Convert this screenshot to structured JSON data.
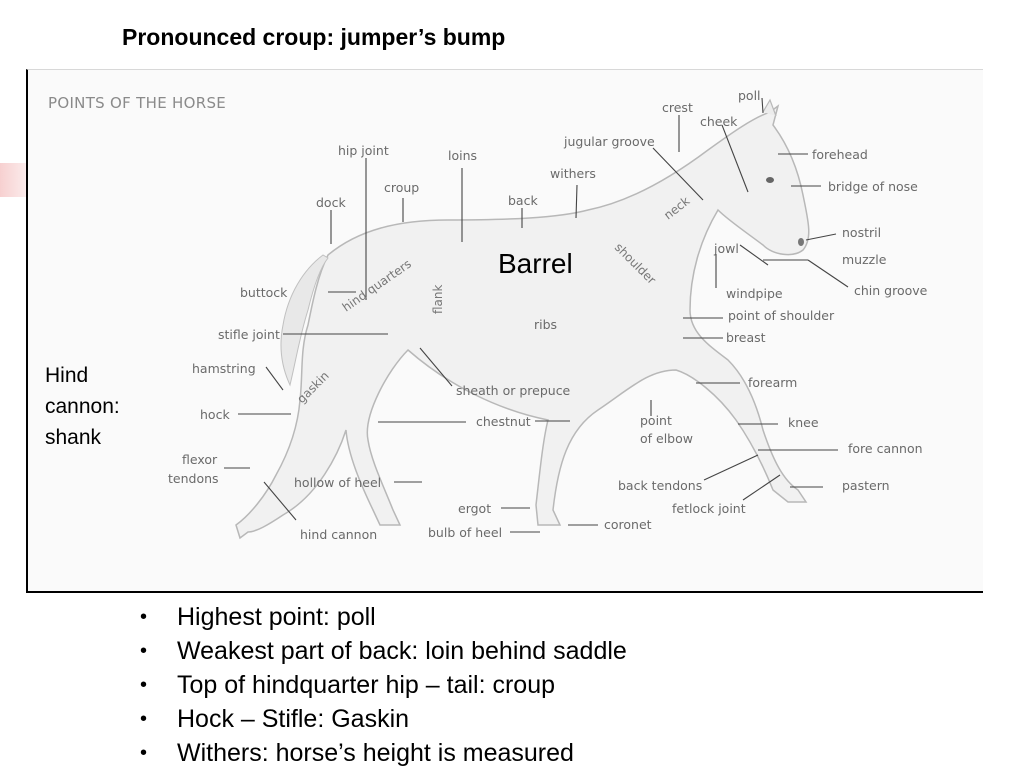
{
  "slide": {
    "title": "Pronounced croup: jumper’s bump"
  },
  "diagram": {
    "heading": "POINTS OF THE HORSE",
    "labels": {
      "poll": "poll",
      "crest": "crest",
      "cheek": "cheek",
      "forehead": "forehead",
      "jugular_groove": "jugular groove",
      "hip_joint": "hip joint",
      "loins": "loins",
      "withers": "withers",
      "bridge_of_nose": "bridge of nose",
      "croup": "croup",
      "dock": "dock",
      "back": "back",
      "neck": "neck",
      "nostril": "nostril",
      "jowl": "jowl",
      "muzzle": "muzzle",
      "shoulder": "shoulder",
      "hind_quarters": "hind quarters",
      "buttock": "buttock",
      "flank": "flank",
      "chin_groove": "chin groove",
      "windpipe": "windpipe",
      "point_of_shoulder": "point of shoulder",
      "ribs": "ribs",
      "stifle_joint": "stifle joint",
      "breast": "breast",
      "hamstring": "hamstring",
      "forearm": "forearm",
      "gaskin": "gaskin",
      "sheath": "sheath or prepuce",
      "hock": "hock",
      "chestnut": "chestnut",
      "point_of_elbow_1": "point",
      "point_of_elbow_2": "of elbow",
      "knee": "knee",
      "flexor_tendons_1": "flexor",
      "flexor_tendons_2": "tendons",
      "fore_cannon": "fore cannon",
      "hollow_of_heel": "hollow of heel",
      "back_tendons": "back tendons",
      "pastern": "pastern",
      "ergot": "ergot",
      "fetlock_joint": "fetlock joint",
      "coronet": "coronet",
      "hind_cannon": "hind cannon",
      "bulb_of_heel": "bulb of heel"
    },
    "annotation_barrel": "Barrel",
    "annotation_hind": "Hind cannon: shank"
  },
  "bullets": [
    "Highest point: poll",
    "Weakest part of back: loin behind saddle",
    "Top of hindquarter hip – tail: croup",
    "Hock – Stifle: Gaskin",
    "Withers: horse’s height is measured"
  ]
}
